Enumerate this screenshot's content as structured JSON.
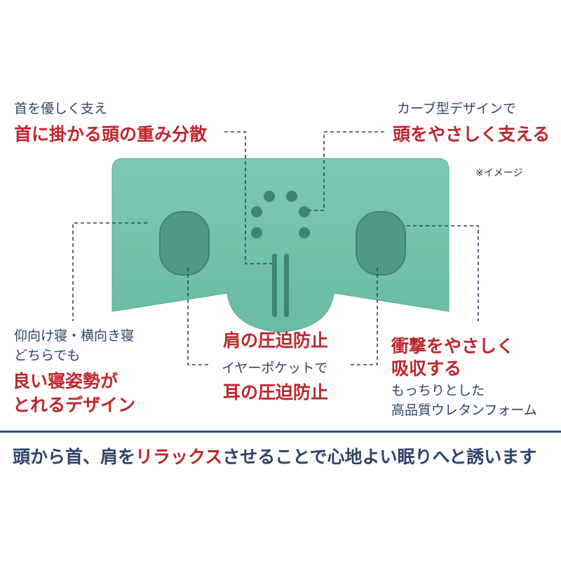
{
  "callouts": {
    "top_left": {
      "line1": "首を優しく支え",
      "line2": "首に掛かる頭の重み分散"
    },
    "top_right": {
      "line1": "カーブ型デザインで",
      "line2": "頭をやさしく支える"
    },
    "image_note": "※イメージ",
    "left": {
      "line1": "仰向け寝・横向き寝",
      "line2": "どちらでも",
      "line3": "良い寝姿勢が",
      "line4": "とれるデザイン"
    },
    "center_shoulder": "肩の圧迫防止",
    "center_ear": {
      "line1": "イヤーポケットで",
      "line2": "耳の圧迫防止"
    },
    "right": {
      "line1": "衝撃をやさしく",
      "line2": "吸収する",
      "line3": "もっちりとした",
      "line4": "高品質ウレタンフォーム"
    }
  },
  "banner": {
    "part1": "頭から首、肩を",
    "part2": "リラックス",
    "part3": "させることで心地よい眠りへと誘います"
  },
  "colors": {
    "pillow": "#73c4ad",
    "accent_red": "#c0242c",
    "navy": "#2c4468"
  }
}
